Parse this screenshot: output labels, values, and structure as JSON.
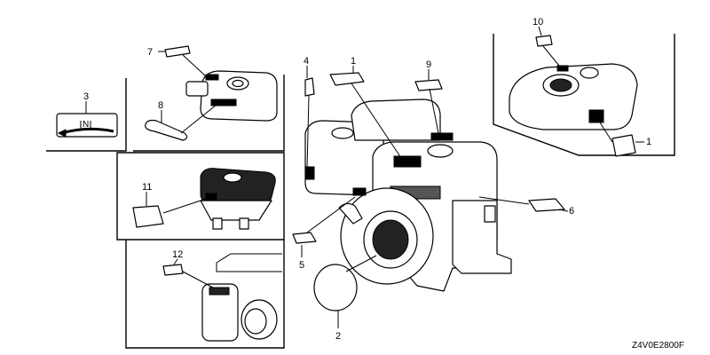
{
  "diagram": {
    "callouts": [
      {
        "id": "callout-1-top",
        "label": "1"
      },
      {
        "id": "callout-1-right",
        "label": "1"
      },
      {
        "id": "callout-2",
        "label": "2"
      },
      {
        "id": "callout-3",
        "label": "3"
      },
      {
        "id": "callout-4",
        "label": "4"
      },
      {
        "id": "callout-5",
        "label": "5"
      },
      {
        "id": "callout-6",
        "label": "6"
      },
      {
        "id": "callout-7",
        "label": "7"
      },
      {
        "id": "callout-8",
        "label": "8"
      },
      {
        "id": "callout-9",
        "label": "9"
      },
      {
        "id": "callout-10",
        "label": "10"
      },
      {
        "id": "callout-11",
        "label": "11"
      },
      {
        "id": "callout-12",
        "label": "12"
      }
    ],
    "switch_symbol": "N",
    "code": "Z4V0E2800F"
  }
}
